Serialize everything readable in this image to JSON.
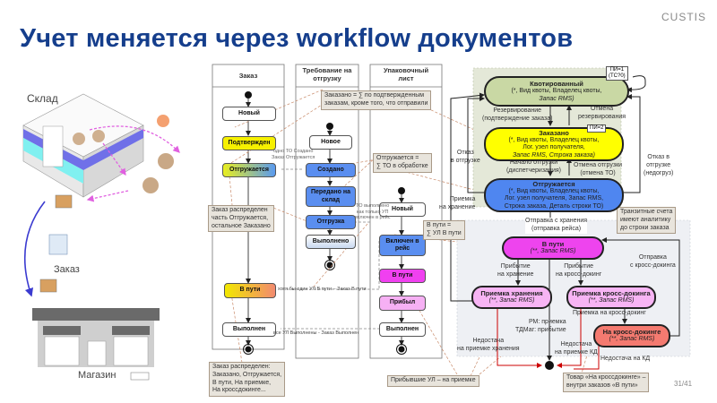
{
  "header": {
    "logo": "CUSTIS",
    "title": "Учет меняется через workflow документов"
  },
  "illustration": {
    "warehouse_label": "Склад",
    "order_label": "Заказ",
    "store_label": "Магазин"
  },
  "swimlanes": {
    "headers": [
      "Заказ",
      "Требование на отгрузку",
      "Упаковочный лист"
    ],
    "order_states": [
      "Новый",
      "Подтвержден",
      "Отгружается",
      "В пути",
      "Выполнен"
    ],
    "requirement_states": [
      "Новое",
      "Создано",
      "Передано на склад",
      "Отгрузка",
      "Выполнено"
    ],
    "packing_states": [
      "Новый",
      "Включен в рейс",
      "В пути",
      "Прибыл",
      "Выполнен"
    ],
    "annotations": {
      "one_to_created": "одно ТО Создано\nЗаказ Отгружается",
      "to_done": "ТО выполнено\nкак только УП\nвключен в рейс",
      "at_least_one": "хотя бы один УЛ В пути – Заказ В пути",
      "all_done": "все УЛ Выполнены - Заказ Выполнен"
    },
    "notes": {
      "ordered_sum": "Заказано = ∑ по подтвержденным\nзаказам, кроме того, что отправили",
      "shipping_sum": "Отгружается =\n∑ ТО в обработке",
      "order_partial": "Заказ распределен\nчасть Отгружается,\nостальное Заказано",
      "in_transit_sum": "В пути =\n∑ УЛ В пути",
      "order_distributed": "Заказ распределен:\nЗаказано, Отгружается,\nВ пути, На приемке,\nНа кроссдокинге...",
      "arrived_receiving": "Прибывшие УЛ – на приемке"
    }
  },
  "state_machine": {
    "states": {
      "quoted": {
        "name": "Квотированный",
        "attrs": "(*, Вид квоты, Владелец квоты,",
        "attrs2": "Запас RMS)",
        "badge": "ПИ=1\n(ТС?0)",
        "color": "#c9d8a4"
      },
      "ordered": {
        "name": "Заказано",
        "attrs": "(*, Вид квоты, Владелец квоты,\nЛог. узел получателя,",
        "attrs2": "Запас RMS, Строка заказа)",
        "badge": "ПИ=2",
        "color": "#ffff00"
      },
      "shipping": {
        "name": "Отгружается",
        "attrs": "(*, Вид квоты, Владелец квоты,\nЛог. узел получателя, Запас RMS,",
        "attrs2": "Строка заказа, Деталь строки ТО)",
        "color": "#4f86f0"
      },
      "in_transit": {
        "name": "В пути",
        "attrs": "(**, Запас RMS)",
        "color": "#ee44ee"
      },
      "storage_receiving": {
        "name": "Приемка хранения",
        "attrs": "(**, Запас RMS)",
        "color": "#f7b4f4"
      },
      "crossdock_receiving": {
        "name": "Приемка кросс-докинга",
        "attrs": "(**, Запас RMS)",
        "color": "#f7b4f4"
      },
      "at_crossdock": {
        "name": "На кросс-докинге",
        "attrs": "(**, Запас RMS)",
        "color": "#f47a70"
      }
    },
    "transitions": {
      "reserve": "Резервирование\n(подтверждение заказа)",
      "cancel_reserve": "Отмена\nрезервирования",
      "start_shipping": "Начало отгрузки\n(диспетчеризация)",
      "cancel_shipping": "Отмена отгрузки\n(отмена ТО)",
      "refuse_left": "Отказ\nв отгрузке",
      "refuse_right": "Отказ в\nотгрузке\n(недогруз)",
      "receive_storage": "Приемка\nна хранение",
      "ship_from_storage": "Отправка с хранения\n(отправка рейса)",
      "arrive_storage": "Прибытие\nна хранение",
      "arrive_crossdock": "Прибытие\nна кросс-докинг",
      "send_from_crossdock": "Отправка\nс кросс-докинга",
      "crossdock_receive": "Приемка на кросс-докинг",
      "rm_receive": "РМ: приемка\nТДМаг: прибытие",
      "shortage_storage": "Недостача\nна приемке хранения",
      "shortage_kd_receive": "Недостача\nна приемке КД",
      "shortage_kd": "Недостача на КД"
    },
    "notes": {
      "transit_accounts": "Транзитные счета\nимеют аналитику\nдо строки заказа",
      "crossdock_goods": "Товар «На кроссдокинге» –\nвнутри заказов «В пути»"
    }
  },
  "footer": {
    "page": "31/41"
  }
}
